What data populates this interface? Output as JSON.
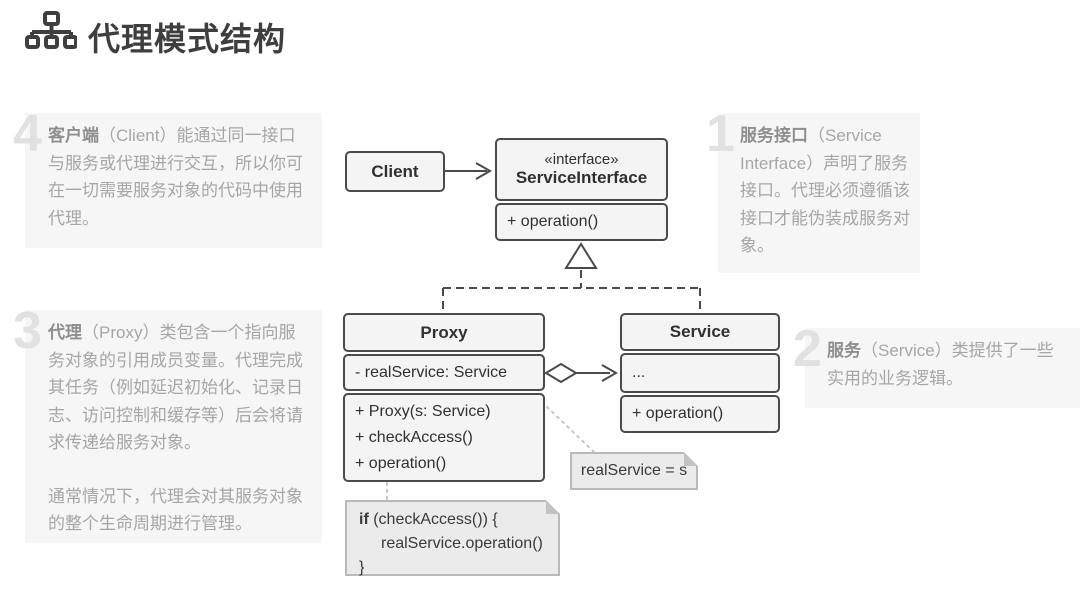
{
  "page": {
    "title": "代理模式结构"
  },
  "colors": {
    "box_border": "#4a4a4a",
    "box_fill": "#f4f4f4",
    "note_fill": "#ebebeb",
    "note_border": "#b9b9b9",
    "callout_bg": "#f6f6f6",
    "callout_text": "#a6a6a6",
    "callout_number": "#e1e1e1",
    "anchor_line": "#c4c4c4"
  },
  "callouts": {
    "c1": {
      "number": "1",
      "keyword": "服务接口",
      "p1": "（Service Interface）声明了服务接口。代理必须遵循该接口才能伪装成服务对象。"
    },
    "c2": {
      "number": "2",
      "keyword": "服务",
      "p1": "（Service）类提供了一些实用的业务逻辑。"
    },
    "c3": {
      "number": "3",
      "keyword": "代理",
      "p1": "（Proxy）类包含一个指向服务对象的引用成员变量。代理完成其任务（例如延迟初始化、记录日志、访问控制和缓存等）后会将请求传递给服务对象。",
      "p2": "通常情况下，代理会对其服务对象的整个生命周期进行管理。"
    },
    "c4": {
      "number": "4",
      "keyword": "客户端",
      "p1": "（Client）能通过同一接口与服务或代理进行交互，所以你可在一切需要服务对象的代码中使用代理。"
    }
  },
  "diagram": {
    "client": {
      "name": "Client"
    },
    "interface": {
      "stereotype": "«interface»",
      "name": "ServiceInterface",
      "methods": [
        "+ operation()"
      ]
    },
    "proxy": {
      "name": "Proxy",
      "attributes": [
        "- realService: Service"
      ],
      "methods": [
        "+ Proxy(s: Service)",
        "+ checkAccess()",
        "+ operation()"
      ]
    },
    "service": {
      "name": "Service",
      "attributes": [
        "..."
      ],
      "methods": [
        "+ operation()"
      ]
    },
    "notes": {
      "assignment": "realService = s",
      "guard": {
        "keyword": "if",
        "head": " (checkAccess()) {",
        "body": "realService.operation()",
        "tail": "}"
      }
    }
  }
}
